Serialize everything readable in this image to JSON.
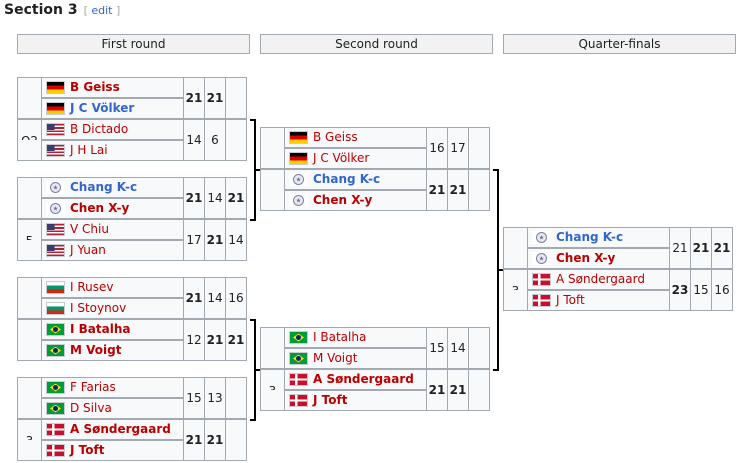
{
  "section": {
    "title": "Section 3",
    "edit_label": "edit"
  },
  "rounds": [
    {
      "label": "First round"
    },
    {
      "label": "Second round"
    },
    {
      "label": "Quarter-finals"
    }
  ],
  "matches": {
    "r1m1": {
      "seed": "",
      "players": [
        {
          "name": "B Geiss",
          "flag": "de",
          "winner": true,
          "scores": [
            "21",
            "21",
            ""
          ],
          "score_wins": [
            true,
            true,
            false
          ]
        },
        {
          "name": "J C Völker",
          "flag": "de",
          "winner": true,
          "scores": [
            "",
            "",
            ""
          ],
          "score_wins": [
            false,
            false,
            false
          ]
        }
      ]
    },
    "r1m2": {
      "seed": "Q2",
      "players": [
        {
          "name": "B Dictado",
          "flag": "us",
          "winner": false,
          "scores": [
            "14",
            "6",
            ""
          ],
          "score_wins": [
            false,
            false,
            false
          ]
        },
        {
          "name": "J H Lai",
          "flag": "us",
          "winner": false,
          "scores": [
            "",
            "",
            ""
          ],
          "score_wins": [
            false,
            false,
            false
          ]
        }
      ]
    },
    "r1m3": {
      "seed": "",
      "players": [
        {
          "name": "Chang K-c",
          "flag": "tpe",
          "winner": true,
          "scores": [
            "21",
            "14",
            "21"
          ],
          "score_wins": [
            true,
            false,
            true
          ]
        },
        {
          "name": "Chen X-y",
          "flag": "tpe",
          "winner": true,
          "scores": [
            "",
            "",
            ""
          ],
          "score_wins": [
            false,
            false,
            false
          ]
        }
      ]
    },
    "r1m4": {
      "seed": "5",
      "players": [
        {
          "name": "V Chiu",
          "flag": "us",
          "winner": false,
          "scores": [
            "17",
            "21",
            "14"
          ],
          "score_wins": [
            false,
            true,
            false
          ]
        },
        {
          "name": "J Yuan",
          "flag": "us",
          "winner": false,
          "scores": [
            "",
            "",
            ""
          ],
          "score_wins": [
            false,
            false,
            false
          ]
        }
      ]
    },
    "r1m5": {
      "seed": "",
      "players": [
        {
          "name": "I Rusev",
          "flag": "bg",
          "winner": false,
          "scores": [
            "21",
            "14",
            "16"
          ],
          "score_wins": [
            true,
            false,
            false
          ]
        },
        {
          "name": "I Stoynov",
          "flag": "bg",
          "winner": false,
          "scores": [
            "",
            "",
            ""
          ],
          "score_wins": [
            false,
            false,
            false
          ]
        }
      ]
    },
    "r1m6": {
      "seed": "",
      "players": [
        {
          "name": "I Batalha",
          "flag": "br",
          "winner": true,
          "scores": [
            "12",
            "21",
            "21"
          ],
          "score_wins": [
            false,
            true,
            true
          ]
        },
        {
          "name": "M Voigt",
          "flag": "br",
          "winner": true,
          "scores": [
            "",
            "",
            ""
          ],
          "score_wins": [
            false,
            false,
            false
          ]
        }
      ]
    },
    "r1m7": {
      "seed": "",
      "players": [
        {
          "name": "F Farias",
          "flag": "br",
          "winner": false,
          "scores": [
            "15",
            "13",
            ""
          ],
          "score_wins": [
            false,
            false,
            false
          ]
        },
        {
          "name": "D Silva",
          "flag": "br",
          "winner": false,
          "scores": [
            "",
            "",
            ""
          ],
          "score_wins": [
            false,
            false,
            false
          ]
        }
      ]
    },
    "r1m8": {
      "seed": "3",
      "players": [
        {
          "name": "A Søndergaard",
          "flag": "dk",
          "winner": true,
          "scores": [
            "21",
            "21",
            ""
          ],
          "score_wins": [
            true,
            true,
            false
          ]
        },
        {
          "name": "J Toft",
          "flag": "dk",
          "winner": true,
          "scores": [
            "",
            "",
            ""
          ],
          "score_wins": [
            false,
            false,
            false
          ]
        }
      ]
    },
    "r2m1": {
      "seed": "",
      "players": [
        {
          "name": "B Geiss",
          "flag": "de",
          "winner": false,
          "scores": [
            "16",
            "17",
            ""
          ],
          "score_wins": [
            false,
            false,
            false
          ]
        },
        {
          "name": "J C Völker",
          "flag": "de",
          "winner": false,
          "scores": [
            "",
            "",
            ""
          ],
          "score_wins": [
            false,
            false,
            false
          ]
        }
      ]
    },
    "r2m2": {
      "seed": "",
      "players": [
        {
          "name": "Chang K-c",
          "flag": "tpe",
          "winner": true,
          "scores": [
            "21",
            "21",
            ""
          ],
          "score_wins": [
            true,
            true,
            false
          ]
        },
        {
          "name": "Chen X-y",
          "flag": "tpe",
          "winner": true,
          "scores": [
            "",
            "",
            ""
          ],
          "score_wins": [
            false,
            false,
            false
          ]
        }
      ]
    },
    "r2m3": {
      "seed": "",
      "players": [
        {
          "name": "I Batalha",
          "flag": "br",
          "winner": false,
          "scores": [
            "15",
            "14",
            ""
          ],
          "score_wins": [
            false,
            false,
            false
          ]
        },
        {
          "name": "M Voigt",
          "flag": "br",
          "winner": false,
          "scores": [
            "",
            "",
            ""
          ],
          "score_wins": [
            false,
            false,
            false
          ]
        }
      ]
    },
    "r2m4": {
      "seed": "3",
      "players": [
        {
          "name": "A Søndergaard",
          "flag": "dk",
          "winner": true,
          "scores": [
            "21",
            "21",
            ""
          ],
          "score_wins": [
            true,
            true,
            false
          ]
        },
        {
          "name": "J Toft",
          "flag": "dk",
          "winner": true,
          "scores": [
            "",
            "",
            ""
          ],
          "score_wins": [
            false,
            false,
            false
          ]
        }
      ]
    },
    "qf1": {
      "seed": "",
      "players": [
        {
          "name": "Chang K-c",
          "flag": "tpe",
          "winner": true,
          "scores": [
            "21",
            "21",
            "21"
          ],
          "score_wins": [
            false,
            true,
            true
          ]
        },
        {
          "name": "Chen X-y",
          "flag": "tpe",
          "winner": true,
          "scores": [
            "",
            "",
            ""
          ],
          "score_wins": [
            false,
            false,
            false
          ]
        }
      ]
    },
    "qf2": {
      "seed": "3",
      "players": [
        {
          "name": "A Søndergaard",
          "flag": "dk",
          "winner": false,
          "scores": [
            "23",
            "15",
            "16"
          ],
          "score_wins": [
            true,
            false,
            false
          ]
        },
        {
          "name": "J Toft",
          "flag": "dk",
          "winner": false,
          "scores": [
            "",
            "",
            ""
          ],
          "score_wins": [
            false,
            false,
            false
          ]
        }
      ]
    }
  }
}
